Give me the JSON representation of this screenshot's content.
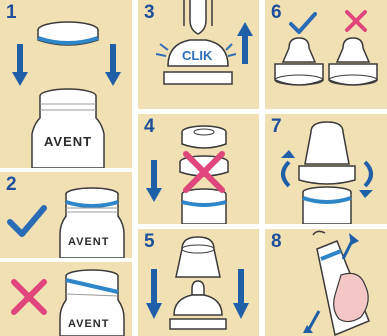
{
  "colors": {
    "panel_bg": "#f2e0b5",
    "step_number": "#1f4f9a",
    "arrow_blue": "#1f5fa8",
    "ring_blue": "#2e86c8",
    "check_blue": "#2a6bb5",
    "cross_pink": "#e0457b",
    "outline": "#3a3a3a",
    "clik_blue": "#2f6fb6"
  },
  "steps": {
    "s1": {
      "number": "1"
    },
    "s2": {
      "number": "2"
    },
    "s3": {
      "number": "3",
      "clik_label": "CLIK"
    },
    "s4": {
      "number": "4"
    },
    "s5": {
      "number": "5"
    },
    "s6": {
      "number": "6"
    },
    "s7": {
      "number": "7"
    },
    "s8": {
      "number": "8"
    }
  },
  "brand": {
    "label": "AVENT"
  }
}
